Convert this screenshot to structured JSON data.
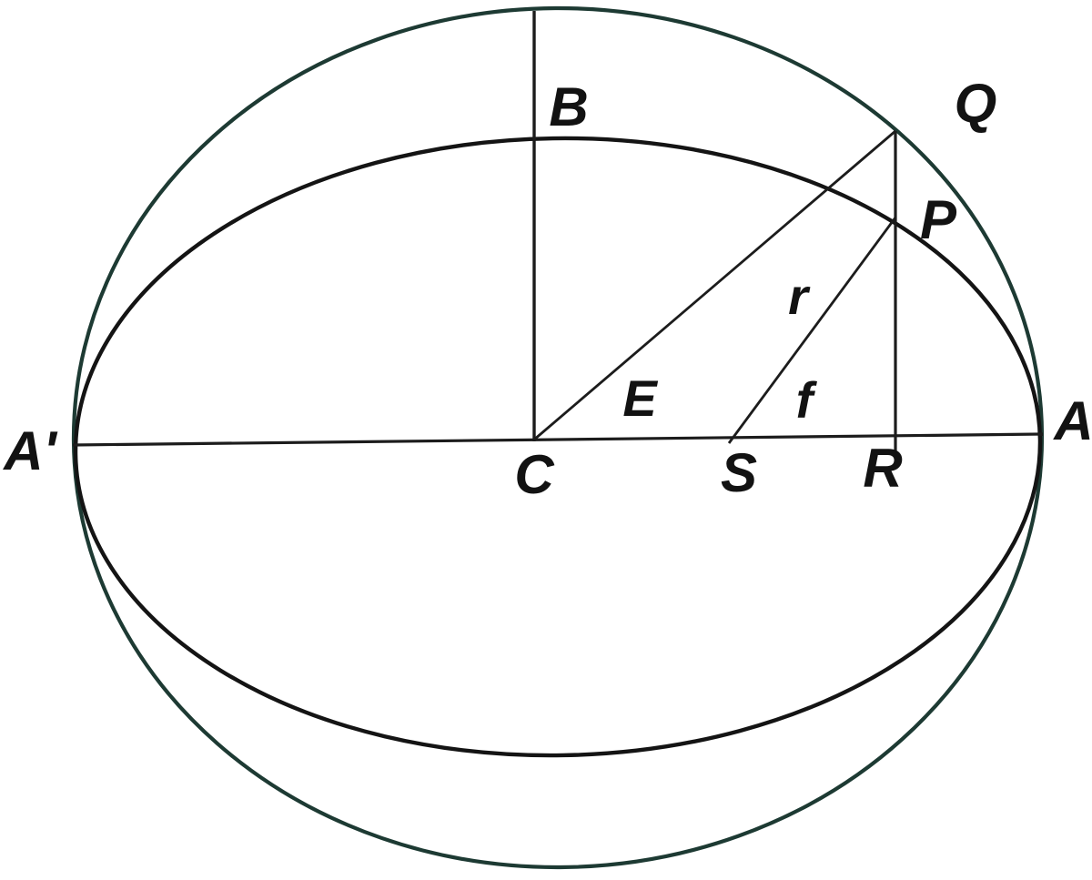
{
  "colors": {
    "auxiliary_circle": "#1d3a33",
    "orbit_ellipse": "#141414",
    "construction_lines": "#1c1c1c",
    "labels": "#121212",
    "background": "#ffffff"
  },
  "labels": {
    "left_apsis": "A'",
    "right_apsis": "A",
    "minor_axis_top": "B",
    "auxiliary_circle_point": "Q",
    "orbit_point": "P",
    "radius_vector": "r",
    "eccentric_anomaly": "E",
    "true_anomaly": "f",
    "center": "C",
    "focus": "S",
    "projection_foot": "R"
  }
}
